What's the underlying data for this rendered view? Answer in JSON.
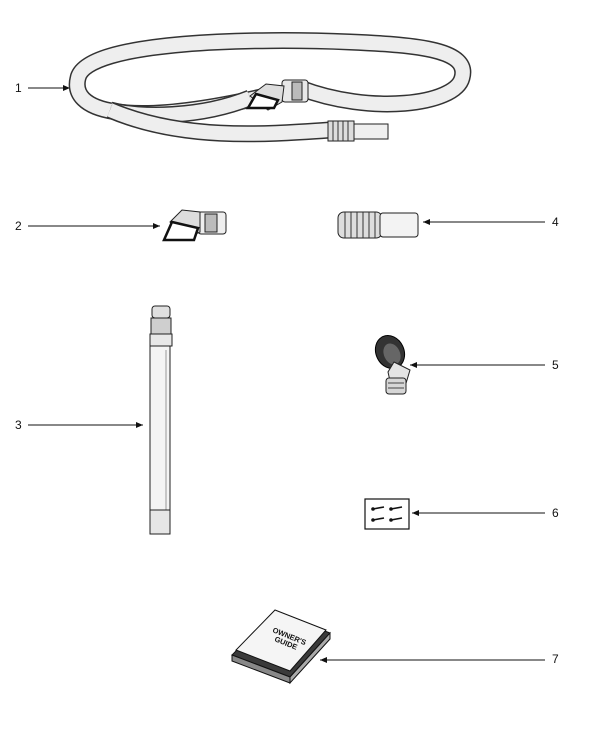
{
  "callouts": [
    {
      "number": "1",
      "part": "hose"
    },
    {
      "number": "2",
      "part": "swivel-nozzle"
    },
    {
      "number": "3",
      "part": "extension-wand"
    },
    {
      "number": "4",
      "part": "hose-connector"
    },
    {
      "number": "5",
      "part": "round-brush"
    },
    {
      "number": "6",
      "part": "screw-card"
    },
    {
      "number": "7",
      "part": "owners-guide"
    }
  ],
  "guide": {
    "line1": "OWNER'S",
    "line2": "GUIDE"
  }
}
